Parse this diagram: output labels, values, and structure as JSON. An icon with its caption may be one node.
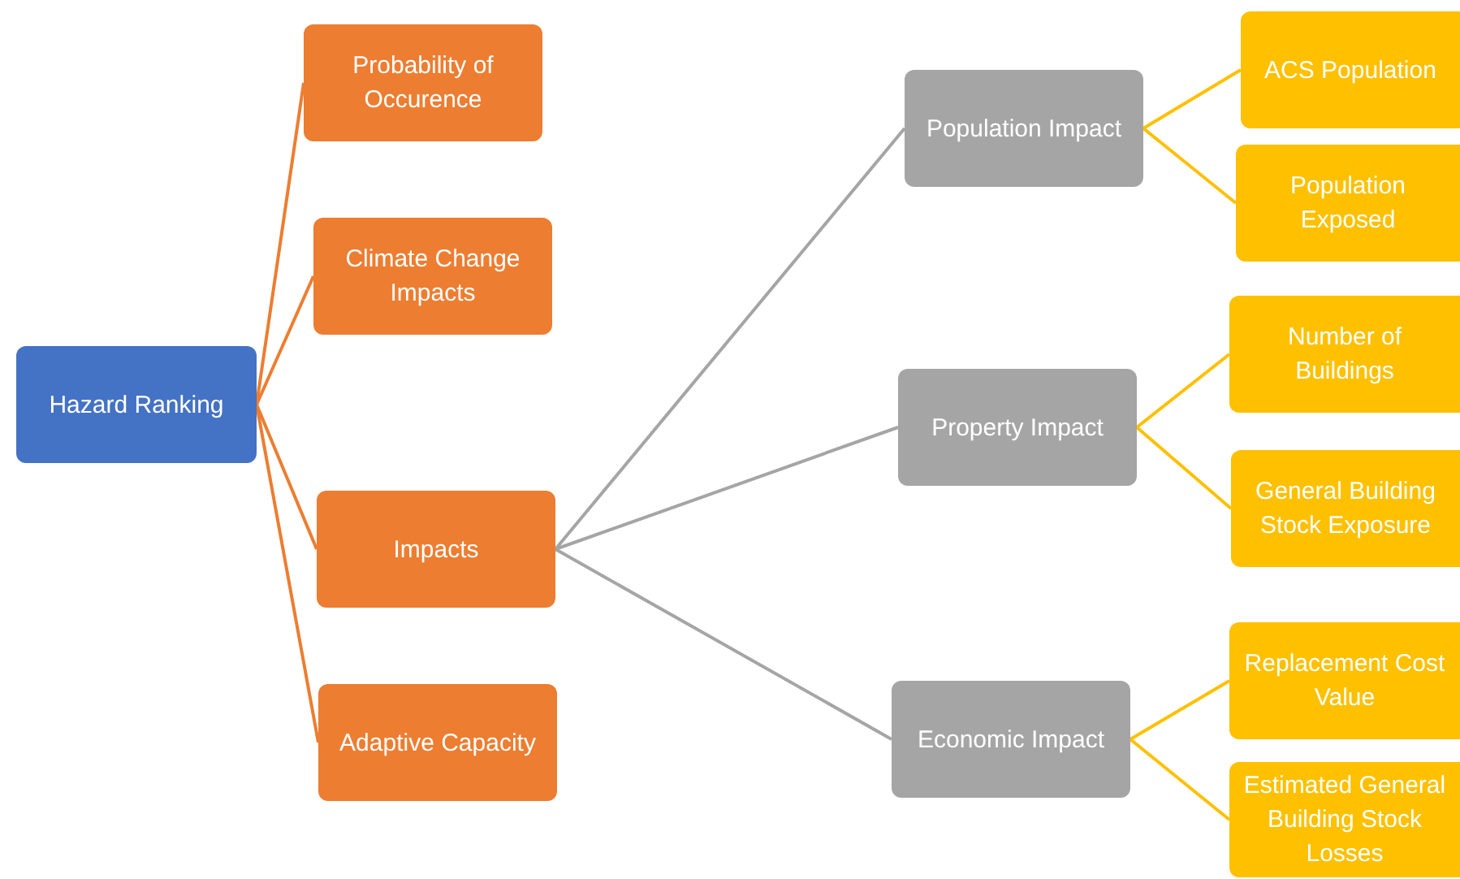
{
  "diagram": {
    "nodes": [
      {
        "text": [
          "Hazard Ranking"
        ]
      },
      {
        "text": [
          "Probability of Occurence"
        ]
      },
      {
        "text": [
          "Climate Change Impacts"
        ]
      },
      {
        "text": [
          "Impacts"
        ]
      },
      {
        "text": [
          "Adaptive Capacity"
        ]
      },
      {
        "text": [
          "Population Impact"
        ]
      },
      {
        "text": [
          "Property Impact"
        ]
      },
      {
        "text": [
          "Economic Impact"
        ]
      },
      {
        "text": [
          "ACS Population"
        ]
      },
      {
        "text": [
          "Population Exposed"
        ]
      },
      {
        "text": [
          "Number of Buildings"
        ]
      },
      {
        "text": [
          "General Building Stock Exposure"
        ]
      },
      {
        "text": [
          "Replacement Cost Value"
        ]
      },
      {
        "text": [
          "Estimated General Building Stock Losses"
        ]
      }
    ],
    "edges": [
      {
        "from": 0,
        "to": 1,
        "arrow": "none",
        "color": "#ed7d31"
      },
      {
        "from": 0,
        "to": 2,
        "arrow": "none",
        "color": "#ed7d31"
      },
      {
        "from": 0,
        "to": 3,
        "arrow": "none",
        "color": "#ed7d31"
      },
      {
        "from": 0,
        "to": 4,
        "arrow": "none",
        "color": "#ed7d31"
      },
      {
        "from": 3,
        "to": 5,
        "arrow": "none",
        "color": "#a5a5a5"
      },
      {
        "from": 3,
        "to": 6,
        "arrow": "none",
        "color": "#a5a5a5"
      },
      {
        "from": 3,
        "to": 7,
        "arrow": "none",
        "color": "#a5a5a5"
      },
      {
        "from": 5,
        "to": 8,
        "arrow": "none"
      },
      {
        "from": 5,
        "to": 9,
        "arrow": "none"
      },
      {
        "from": 6,
        "to": 10,
        "arrow": "none"
      },
      {
        "from": 6,
        "to": 11,
        "arrow": "none"
      },
      {
        "from": 7,
        "to": 12,
        "arrow": "none"
      },
      {
        "from": 7,
        "to": 13,
        "arrow": "none"
      }
    ]
  }
}
